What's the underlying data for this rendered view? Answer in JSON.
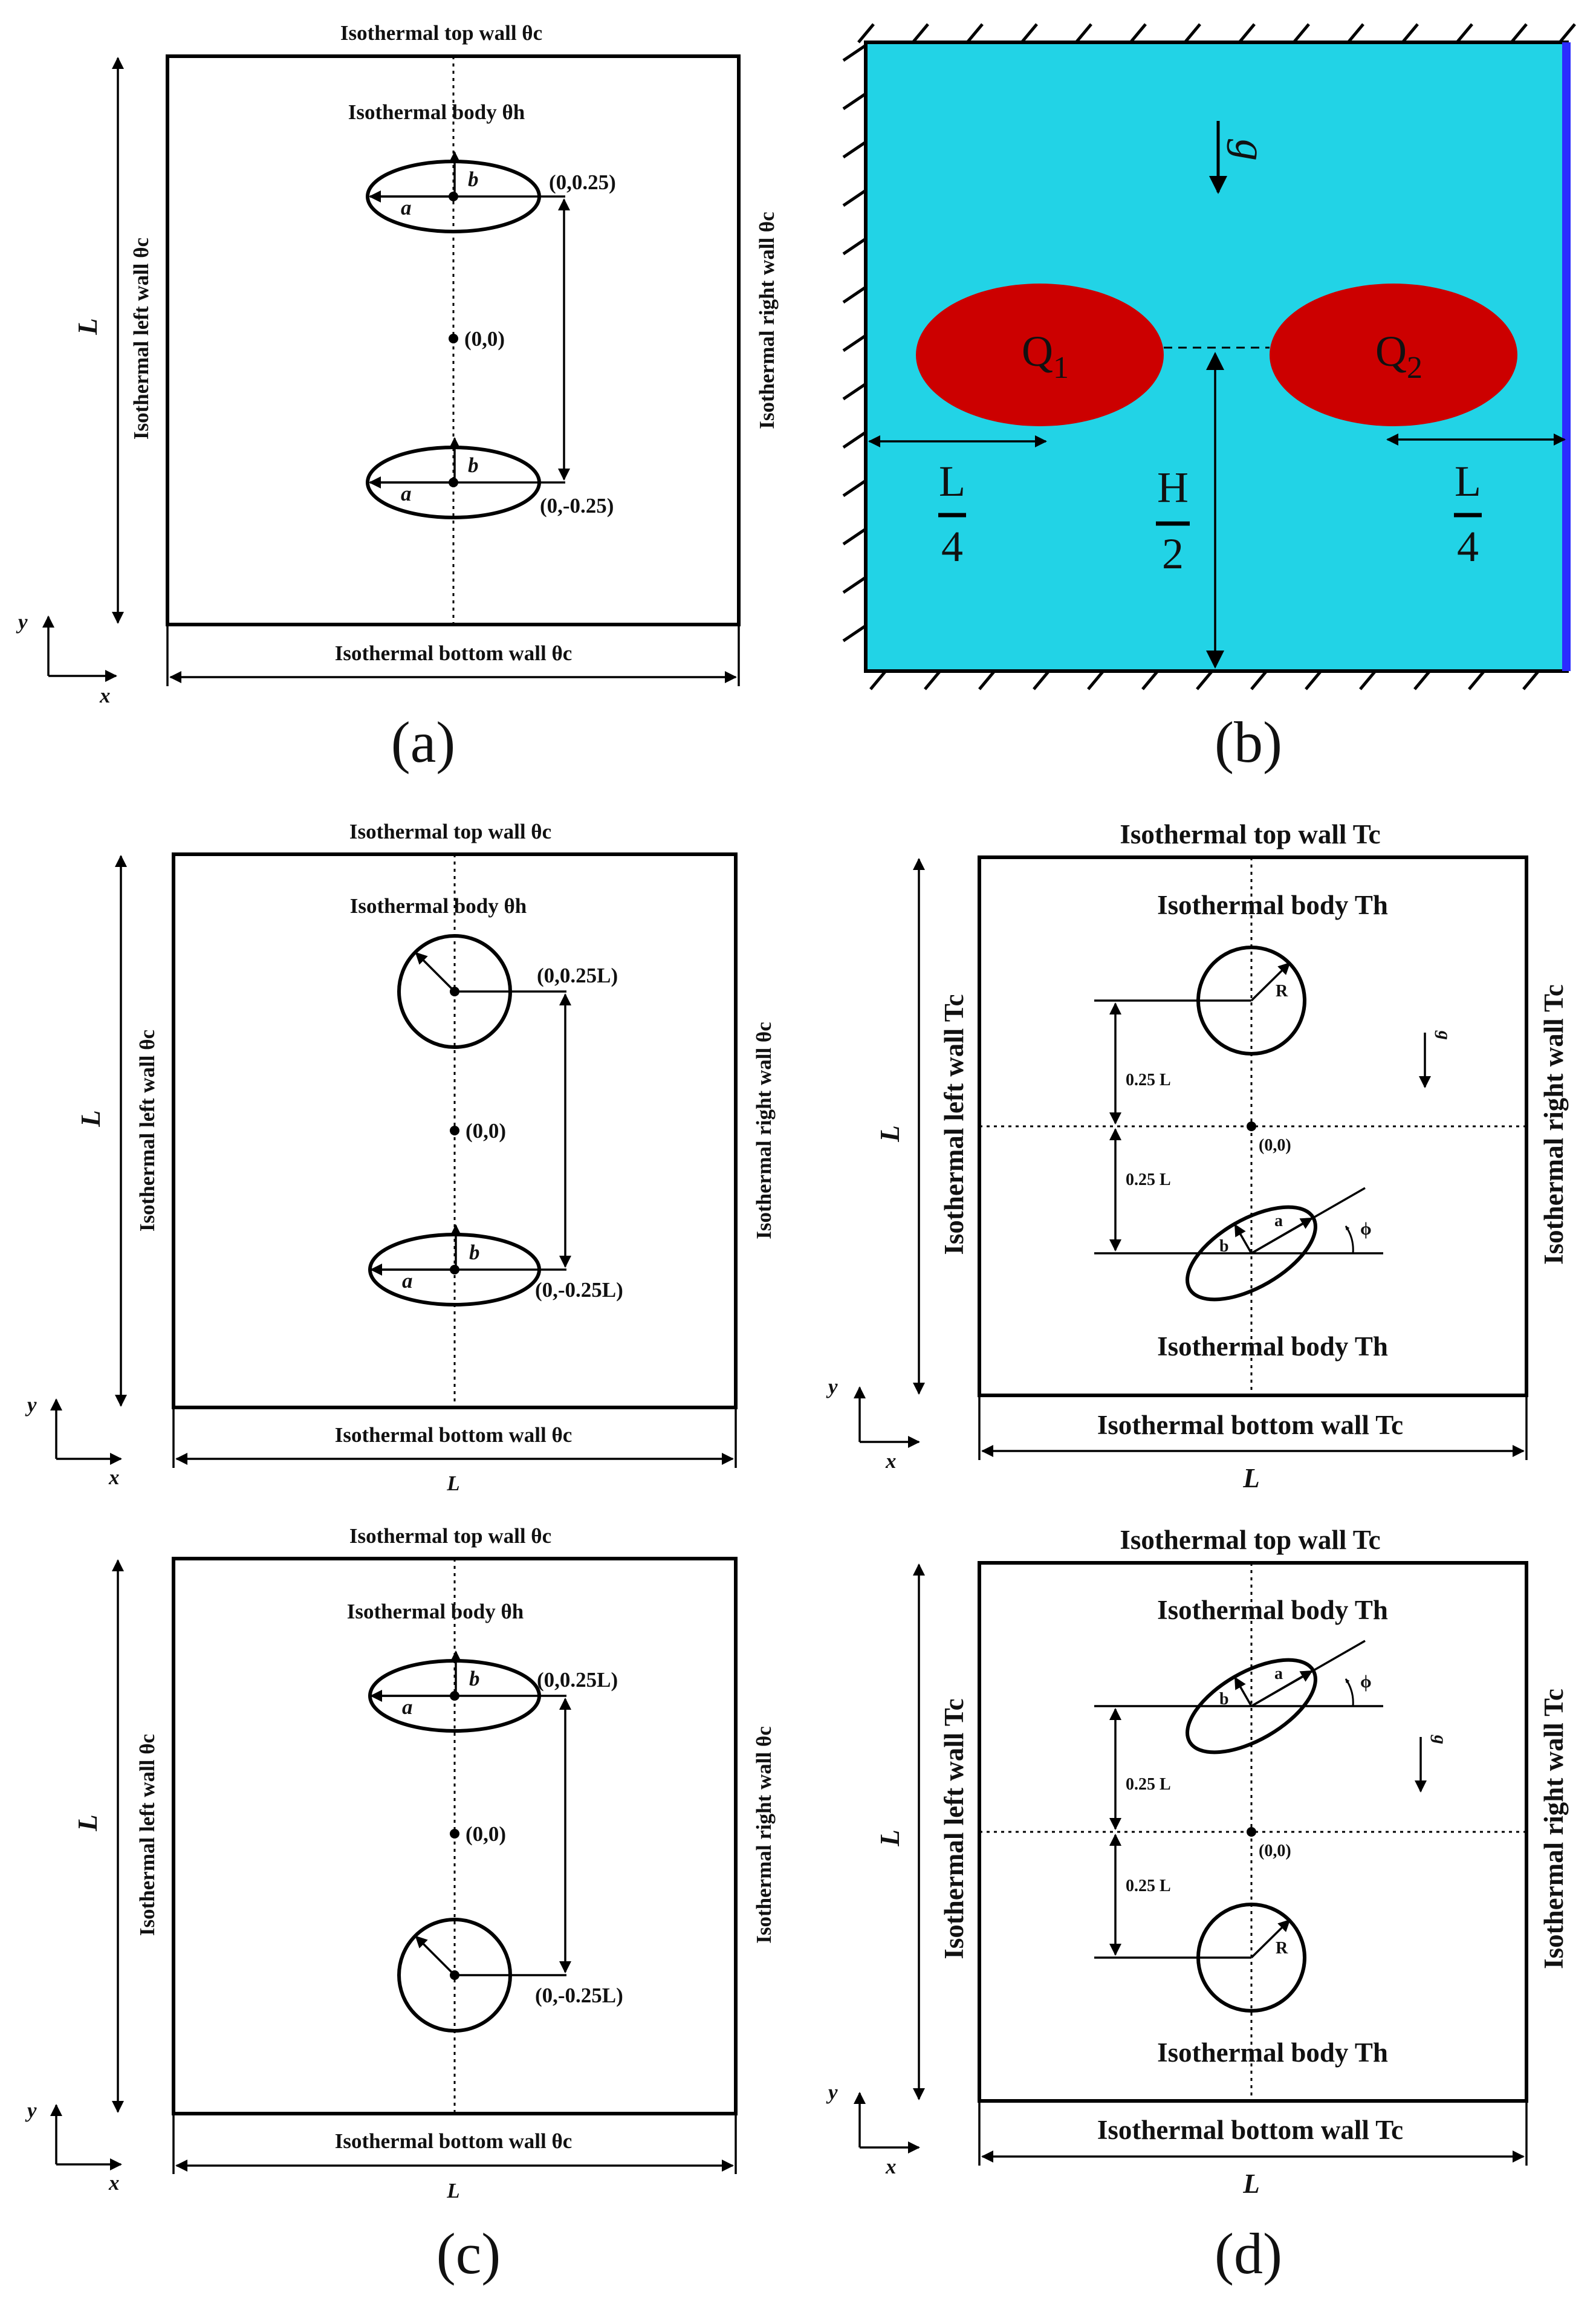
{
  "panels": {
    "a": {
      "caption": "(a)",
      "top": "Isothermal top wall θc",
      "bottom": "Isothermal bottom wall θc",
      "left": "Isothermal  left wall θc",
      "right": "Isothermal right wall θc",
      "body": "Isothermal body θh",
      "L": "L",
      "coord_top": "(0,0.25)",
      "coord_center": "(0,0)",
      "coord_bottom": "(0,-0.25)",
      "a": "a",
      "b": "b",
      "axis_x": "x",
      "axis_y": "y"
    },
    "b": {
      "caption": "(b)",
      "gravity": "g",
      "Q1": "Q",
      "Q1_sub": "1",
      "Q2": "Q",
      "Q2_sub": "2",
      "L": "L",
      "four": "4",
      "H": "H",
      "two": "2",
      "fluid_color": "#22d3e6",
      "heater_color": "#cc0000",
      "right_wall_color": "#2b2bff"
    },
    "c": {
      "caption": "(c)",
      "upper": {
        "top": "Isothermal top wall θc",
        "bottom": "Isothermal bottom wall θc",
        "left": "Isothermal  left wall θc",
        "right": "Isothermal right wall θc",
        "body": "Isothermal body θh",
        "L": "L",
        "L_bottom": "L",
        "coord_top": "(0,0.25L)",
        "coord_center": "(0,0)",
        "coord_bottom": "(0,-0.25L)",
        "a": "a",
        "b": "b",
        "axis_x": "x",
        "axis_y": "y"
      },
      "lower": {
        "top": "Isothermal top wall θc",
        "bottom": "Isothermal bottom wall θc",
        "left": "Isothermal  left wall θc",
        "right": "Isothermal right wall θc",
        "body": "Isothermal body θh",
        "L": "L",
        "L_bottom": "L",
        "coord_top": "(0,0.25L)",
        "coord_center": "(0,0)",
        "coord_bottom": "(0,-0.25L)",
        "a": "a",
        "b": "b",
        "axis_x": "x",
        "axis_y": "y"
      }
    },
    "d": {
      "caption": "(d)",
      "upper": {
        "top": "Isothermal top wall Tc",
        "bottom": "Isothermal bottom wall Tc",
        "left": "Isothermal left wall Tc",
        "right": "Isothermal right wall Tc",
        "body_top": "Isothermal body Th",
        "body_bottom": "Isothermal body Th",
        "L": "L",
        "L_bottom": "L",
        "dist1": "0.25 L",
        "dist2": "0.25 L",
        "origin": "(0,0)",
        "R": "R",
        "a": "a",
        "b": "b",
        "phi": "ϕ",
        "gravity": "g",
        "axis_x": "x",
        "axis_y": "y"
      },
      "lower": {
        "top": "Isothermal top wall Tc",
        "bottom": "Isothermal bottom wall Tc",
        "left": "Isothermal left wall Tc",
        "right": "Isothermal right wall Tc",
        "body_top": "Isothermal body Th",
        "body_bottom": "Isothermal body Th",
        "L": "L",
        "L_bottom": "L",
        "dist1": "0.25 L",
        "dist2": "0.25 L",
        "origin": "(0,0)",
        "R": "R",
        "a": "a",
        "b": "b",
        "phi": "ϕ",
        "gravity": "g",
        "axis_x": "x",
        "axis_y": "y"
      }
    }
  }
}
